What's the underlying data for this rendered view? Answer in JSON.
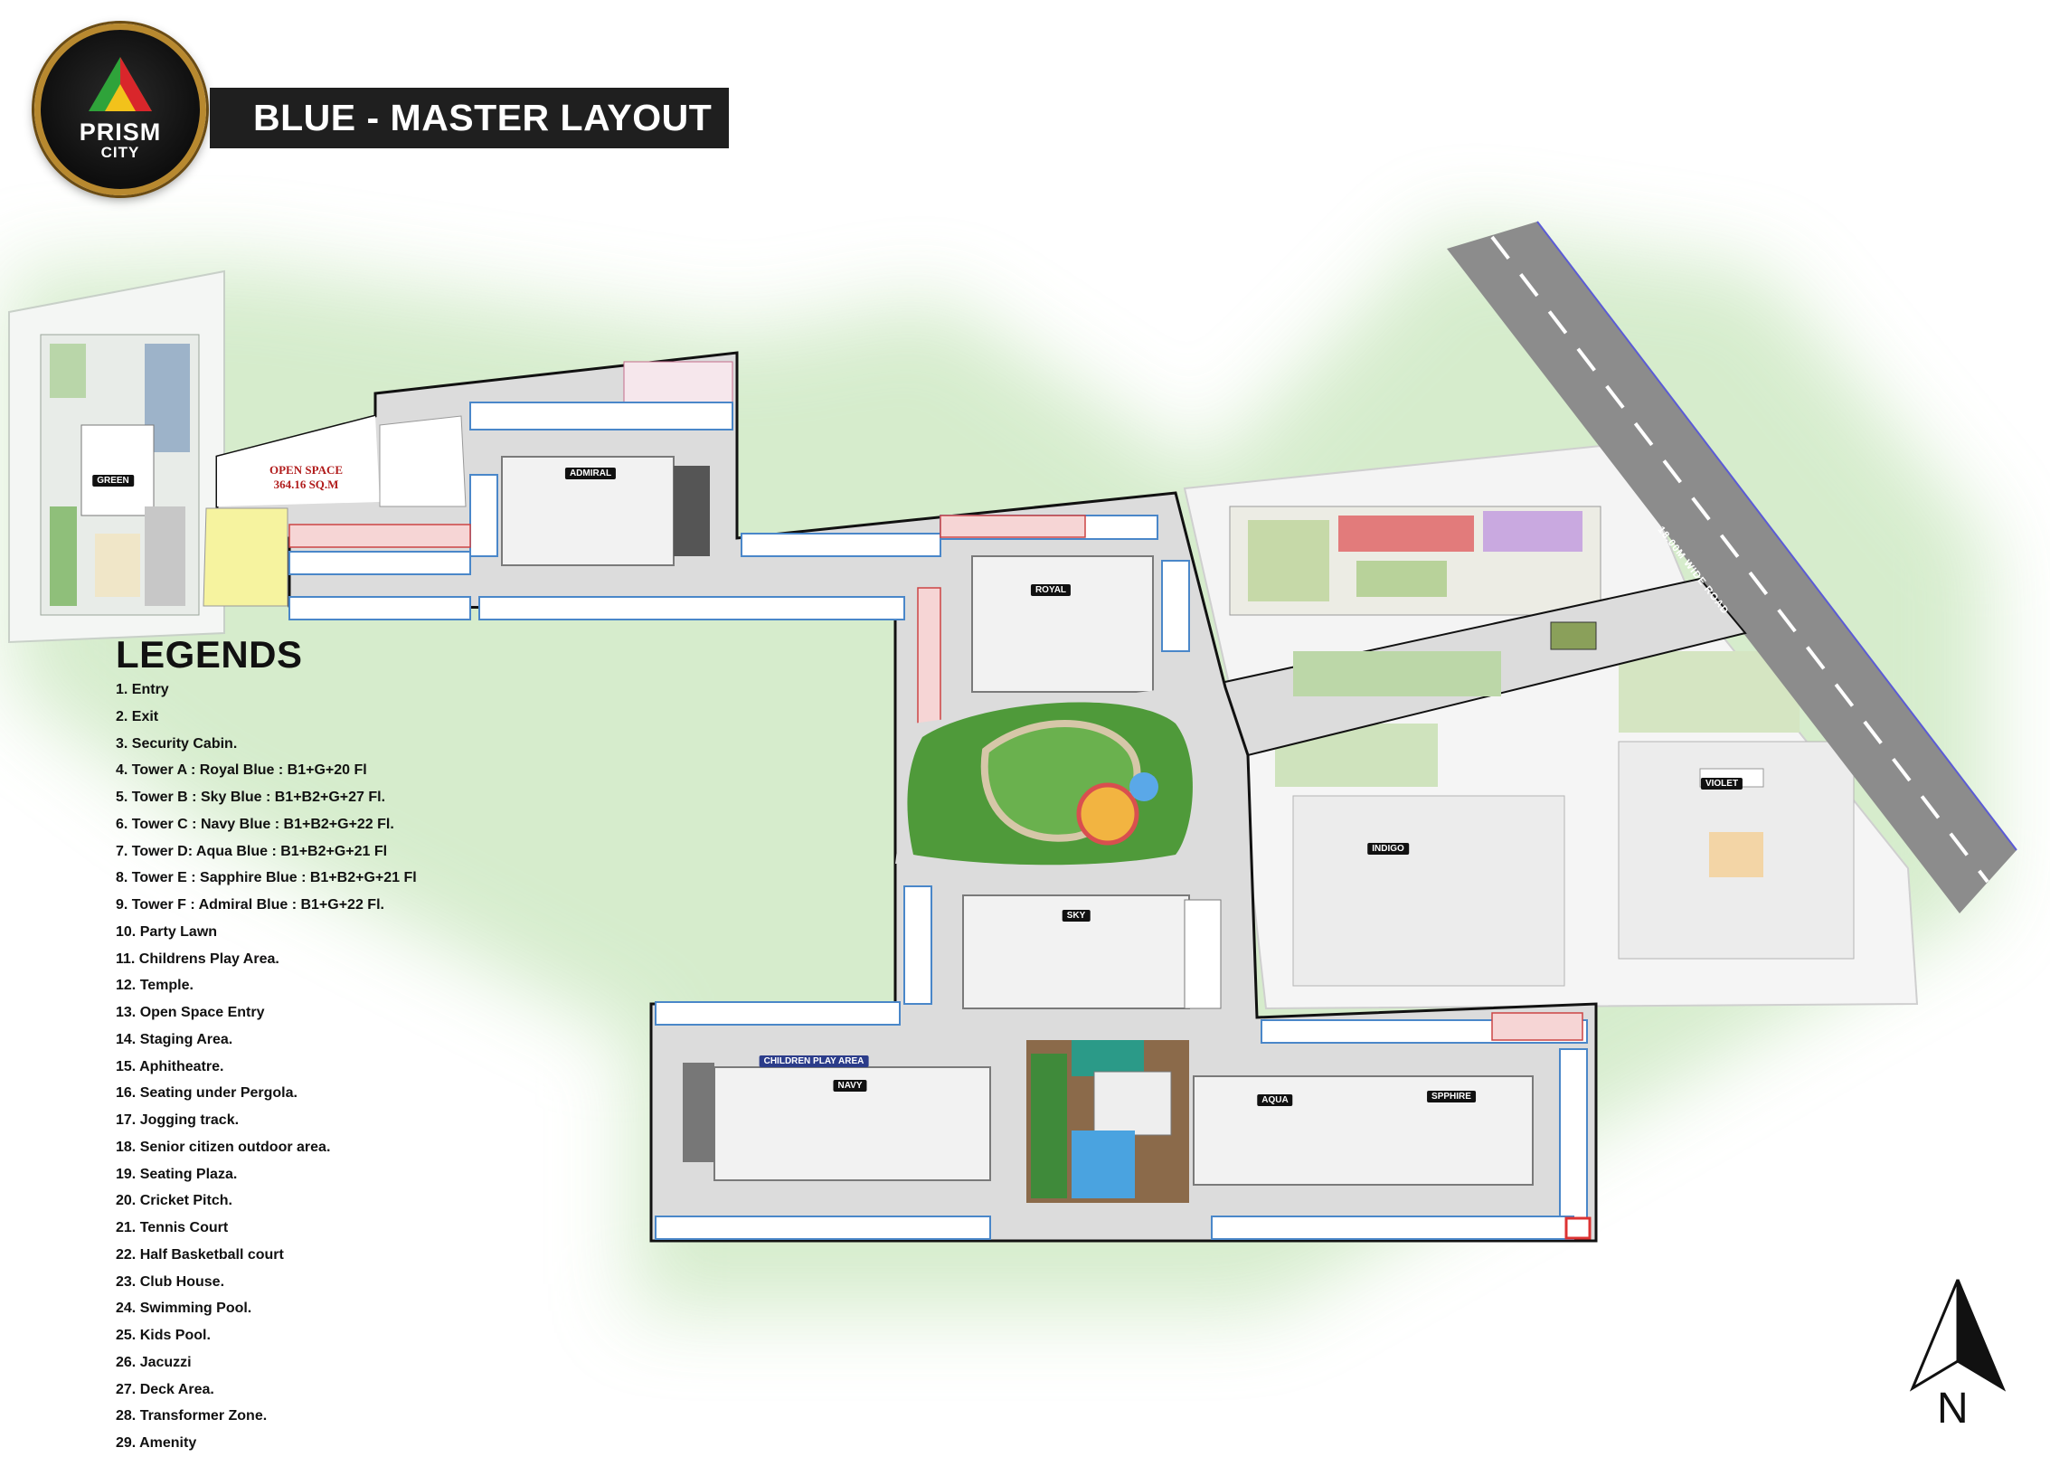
{
  "header": {
    "logo_line1": "PRISM",
    "logo_line2": "CITY",
    "title": "BLUE - MASTER LAYOUT"
  },
  "legend": {
    "title": "LEGENDS",
    "items": [
      "1. Entry",
      "2. Exit",
      "3. Security Cabin.",
      "4. Tower A : Royal Blue : B1+G+20 Fl",
      "5. Tower B : Sky Blue : B1+B2+G+27 Fl.",
      "6. Tower C : Navy Blue : B1+B2+G+22 Fl.",
      "7. Tower D: Aqua Blue : B1+B2+G+21 Fl",
      "8. Tower E : Sapphire Blue : B1+B2+G+21 Fl",
      "9. Tower F : Admiral Blue : B1+G+22 Fl.",
      "10. Party Lawn",
      "11. Childrens Play Area.",
      "12. Temple.",
      "13. Open Space Entry",
      "14. Staging Area.",
      "15. Aphitheatre.",
      "16. Seating under Pergola.",
      "17. Jogging track.",
      "18. Senior citizen outdoor area.",
      "19. Seating Plaza.",
      "20. Cricket Pitch.",
      "21. Tennis Court",
      "22. Half Basketball court",
      "23. Club House.",
      "24. Swimming Pool.",
      "25. Kids Pool.",
      "26. Jacuzzi",
      "27. Deck Area.",
      "28. Transformer Zone.",
      "29. Amenity"
    ]
  },
  "map": {
    "open_space_line1": "OPEN SPACE",
    "open_space_line2": "364.16 SQ.M",
    "road_label": "18.00M WIDE ROAD",
    "tower_labels": {
      "admiral": "ADMIRAL",
      "royal": "ROYAL",
      "sky": "SKY",
      "navy": "NAVY",
      "aqua": "AQUA",
      "sapphire": "SPPHIRE",
      "indigo": "INDIGO",
      "violet": "VIOLET",
      "green": "GREEN"
    },
    "children_play_area": "CHILDREN PLAY AREA",
    "north": "N"
  },
  "colors": {
    "site_boundary": "#111111",
    "driveway": "#d9d9d9",
    "parking": "#4a87c9",
    "lawn": "#4f9a3a",
    "road": "#8c8c8c",
    "glow": "#cfe9c4"
  }
}
